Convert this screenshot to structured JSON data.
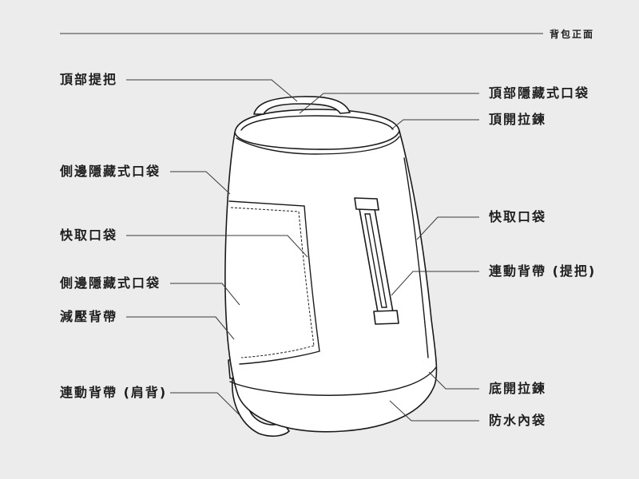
{
  "title": "背包正面",
  "labels_left": [
    "頂部提把",
    "側邊隱藏式口袋",
    "快取口袋",
    "側邊隱藏式口袋",
    "減壓背帶",
    "連動背帶 (肩背)"
  ],
  "labels_right": [
    "頂部隱藏式口袋",
    "頂開拉鍊",
    "快取口袋",
    "連動背帶 (提把)",
    "底開拉鍊",
    "防水內袋"
  ],
  "colors": {
    "background": "#ececec",
    "line": "#333333",
    "fill": "#ffffff"
  }
}
